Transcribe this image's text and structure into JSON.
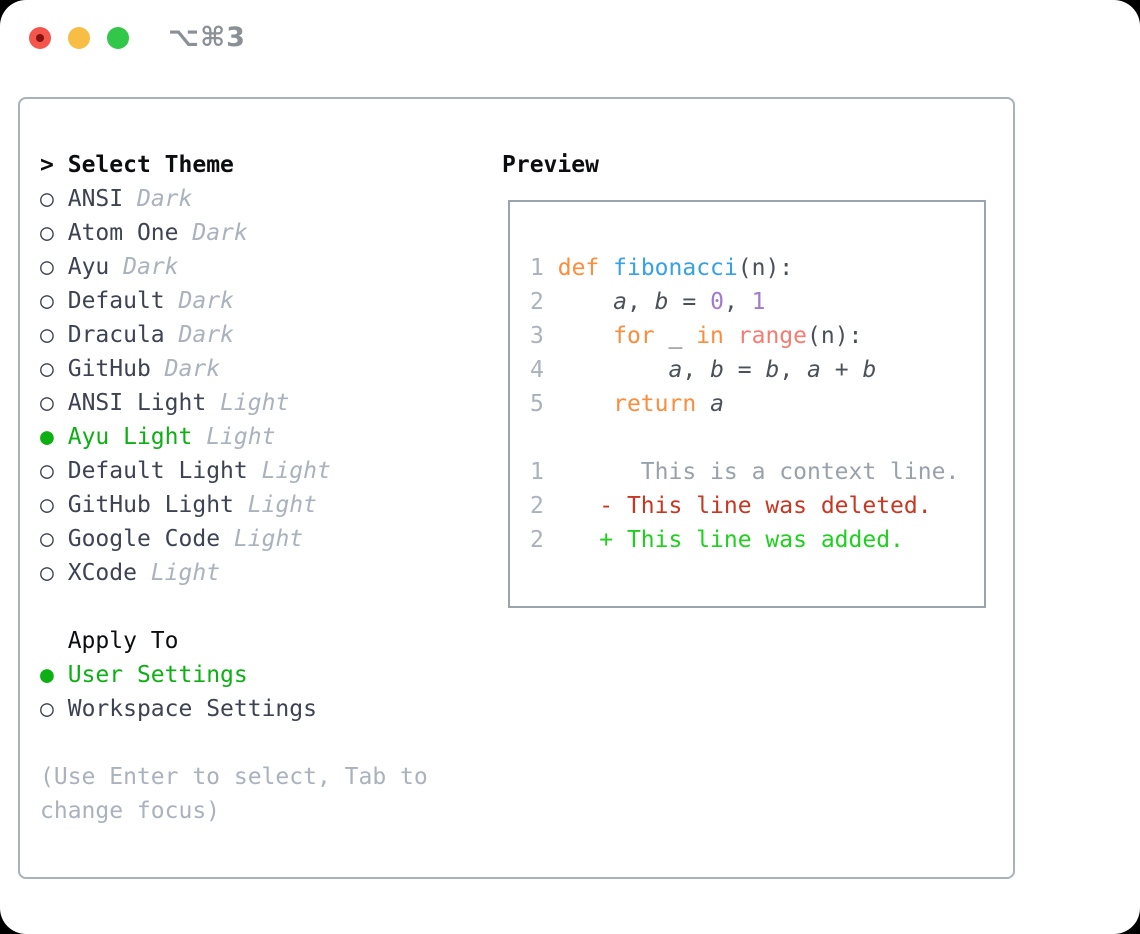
{
  "window": {
    "title": "⌥⌘3",
    "buttons": [
      "close",
      "minimize",
      "zoom"
    ]
  },
  "selector": {
    "prompt": ">",
    "title": "Select Theme",
    "bullet_selected": "●",
    "bullet_unselected": "○",
    "themes": [
      {
        "name": "ANSI",
        "variant": "Dark",
        "selected": false
      },
      {
        "name": "Atom One",
        "variant": "Dark",
        "selected": false
      },
      {
        "name": "Ayu",
        "variant": "Dark",
        "selected": false
      },
      {
        "name": "Default",
        "variant": "Dark",
        "selected": false
      },
      {
        "name": "Dracula",
        "variant": "Dark",
        "selected": false
      },
      {
        "name": "GitHub",
        "variant": "Dark",
        "selected": false
      },
      {
        "name": "ANSI Light",
        "variant": "Light",
        "selected": false
      },
      {
        "name": "Ayu Light",
        "variant": "Light",
        "selected": true
      },
      {
        "name": "Default Light",
        "variant": "Light",
        "selected": false
      },
      {
        "name": "GitHub Light",
        "variant": "Light",
        "selected": false
      },
      {
        "name": "Google Code",
        "variant": "Light",
        "selected": false
      },
      {
        "name": "XCode",
        "variant": "Light",
        "selected": false
      }
    ],
    "apply_header": "Apply To",
    "apply_options": [
      {
        "label": "User Settings",
        "selected": true
      },
      {
        "label": "Workspace Settings",
        "selected": false
      }
    ],
    "hint_lines": [
      "(Use Enter to select, Tab to",
      "change focus)"
    ]
  },
  "preview": {
    "header": "Preview",
    "code_lines": [
      {
        "num": "1",
        "tokens": [
          {
            "t": "def",
            "c": "kw"
          },
          {
            "t": " ",
            "c": "pl"
          },
          {
            "t": "fibonacci",
            "c": "fn"
          },
          {
            "t": "(n):",
            "c": "pl"
          }
        ]
      },
      {
        "num": "2",
        "tokens": [
          {
            "t": "    ",
            "c": "pl"
          },
          {
            "t": "a",
            "c": "vr"
          },
          {
            "t": ", ",
            "c": "pl"
          },
          {
            "t": "b",
            "c": "vr"
          },
          {
            "t": " = ",
            "c": "pl"
          },
          {
            "t": "0",
            "c": "nu"
          },
          {
            "t": ", ",
            "c": "pl"
          },
          {
            "t": "1",
            "c": "nu"
          }
        ]
      },
      {
        "num": "3",
        "tokens": [
          {
            "t": "    ",
            "c": "pl"
          },
          {
            "t": "for",
            "c": "kw"
          },
          {
            "t": " _ ",
            "c": "pl"
          },
          {
            "t": "in",
            "c": "kw"
          },
          {
            "t": " ",
            "c": "pl"
          },
          {
            "t": "range",
            "c": "ca"
          },
          {
            "t": "(n):",
            "c": "pl"
          }
        ]
      },
      {
        "num": "4",
        "tokens": [
          {
            "t": "        ",
            "c": "pl"
          },
          {
            "t": "a",
            "c": "vr"
          },
          {
            "t": ", ",
            "c": "pl"
          },
          {
            "t": "b",
            "c": "vr"
          },
          {
            "t": " = ",
            "c": "pl"
          },
          {
            "t": "b",
            "c": "vr"
          },
          {
            "t": ", ",
            "c": "pl"
          },
          {
            "t": "a",
            "c": "vr"
          },
          {
            "t": " + ",
            "c": "pl"
          },
          {
            "t": "b",
            "c": "vr"
          }
        ]
      },
      {
        "num": "5",
        "tokens": [
          {
            "t": "    ",
            "c": "pl"
          },
          {
            "t": "return",
            "c": "kw"
          },
          {
            "t": " ",
            "c": "pl"
          },
          {
            "t": "a",
            "c": "vr"
          }
        ]
      },
      {
        "num": "",
        "tokens": []
      },
      {
        "num": "1",
        "tokens": [
          {
            "t": "      This is a context line.",
            "c": "cx"
          }
        ]
      },
      {
        "num": "2",
        "tokens": [
          {
            "t": "   ",
            "c": "pl"
          },
          {
            "t": "- This line was deleted.",
            "c": "de"
          }
        ]
      },
      {
        "num": "2",
        "tokens": [
          {
            "t": "   ",
            "c": "pl"
          },
          {
            "t": "+ This line was added.",
            "c": "ad"
          }
        ]
      }
    ]
  },
  "colors": {
    "traffic_red": "#f4564d",
    "traffic_red_dot": "#82120b",
    "traffic_yellow": "#f8bd45",
    "traffic_green": "#31c748",
    "title_gray": "#8a9096",
    "panel_border": "#a9b1bb",
    "preview_border": "#9ba3ad",
    "black": "#0b0d10",
    "item_dark": "#3d4352",
    "muted": "#a9b2bd",
    "sel_green": "#0cb013",
    "add_green": "#1ed11e",
    "del_red": "#c93621",
    "kw_orange": "#fb8d3c",
    "fn_blue": "#36a1e8",
    "num_purple": "#a37acc",
    "call_salmon": "#f97a70",
    "code_text": "#4b515b",
    "ctx_gray": "#99a1ab"
  }
}
